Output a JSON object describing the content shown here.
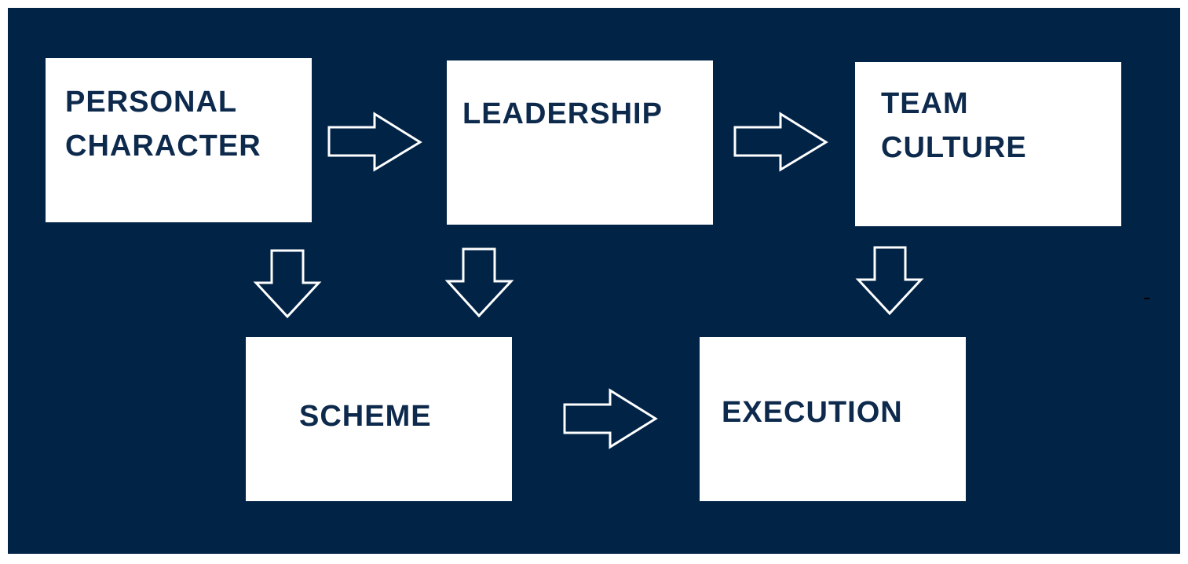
{
  "colors": {
    "background": "#002346",
    "box": "#ffffff",
    "text": "#0d2a4d",
    "arrow_outline": "#ffffff"
  },
  "nodes": {
    "personal_character": {
      "line1": "PERSONAL",
      "line2": "CHARACTER"
    },
    "leadership": {
      "line1": "LEADERSHIP"
    },
    "team_culture": {
      "line1": "TEAM",
      "line2": "CULTURE"
    },
    "scheme": {
      "line1": "SCHEME"
    },
    "execution": {
      "line1": "EXECUTION"
    }
  },
  "edges": [
    {
      "from": "PERSONAL CHARACTER",
      "to": "LEADERSHIP"
    },
    {
      "from": "LEADERSHIP",
      "to": "TEAM CULTURE"
    },
    {
      "from": "PERSONAL CHARACTER",
      "to": "SCHEME"
    },
    {
      "from": "LEADERSHIP",
      "to": "SCHEME"
    },
    {
      "from": "TEAM CULTURE",
      "to": "EXECUTION"
    },
    {
      "from": "SCHEME",
      "to": "EXECUTION"
    }
  ],
  "icons": {
    "arrow_right": "arrow-right-icon",
    "arrow_down": "arrow-down-icon"
  }
}
